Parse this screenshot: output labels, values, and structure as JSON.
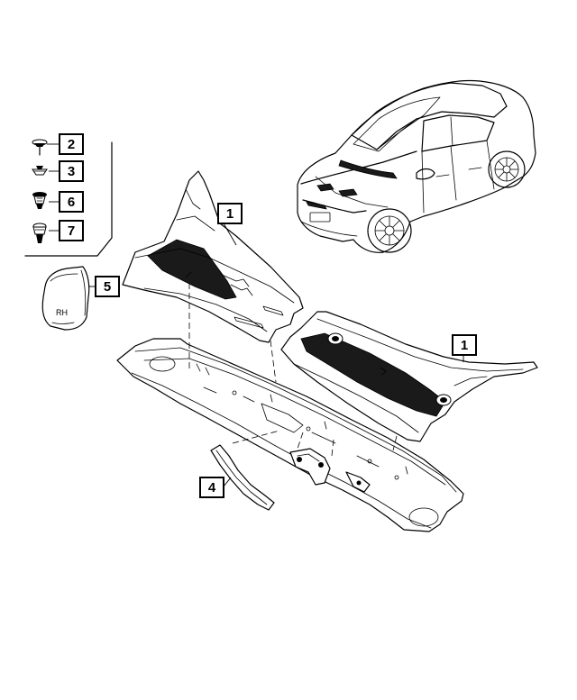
{
  "callouts": {
    "c2": "2",
    "c3": "3",
    "c6": "6",
    "c7": "7",
    "c5": "5",
    "c1_left": "1",
    "c1_right": "1",
    "c4": "4"
  },
  "labels": {
    "seal_rh": "RH"
  },
  "colors": {
    "ink": "#000000",
    "background": "#ffffff",
    "insulation": "#1a1a1a"
  },
  "icons": [
    "screw-icon",
    "push-nut-icon",
    "push-clip-icon",
    "retainer-clip-icon"
  ]
}
